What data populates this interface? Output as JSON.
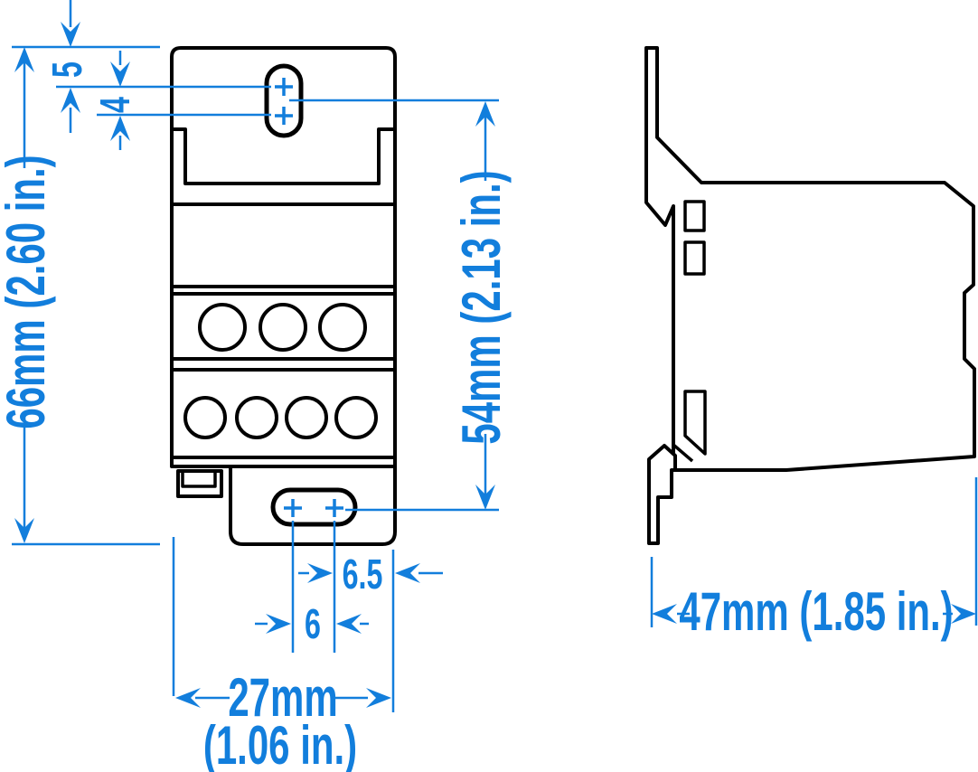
{
  "drawing": {
    "kind": "technical-dimension-drawing"
  },
  "colors": {
    "dimension_blue": "#127EDC",
    "outline_black": "#000000",
    "background": "#FFFFFF"
  },
  "dimensions": {
    "top_slot_offset": "5",
    "top_slot_spacing": "4",
    "overall_height": "66mm (2.60 in.)",
    "mounting_hole_span": "54mm (2.13 in.)",
    "bottom_slot_offset": "6.5",
    "bottom_slot_spacing": "6",
    "overall_width_mm": "27mm",
    "overall_width_in": "(1.06 in.)",
    "overall_depth": "47mm (1.85 in.)"
  }
}
